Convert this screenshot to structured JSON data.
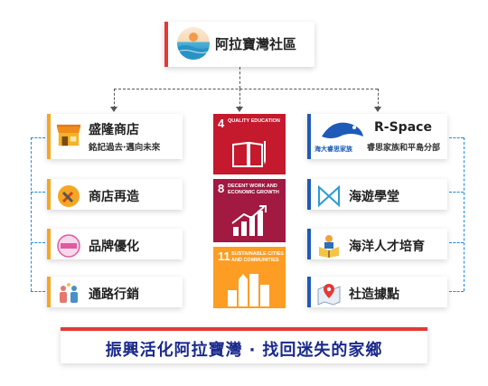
{
  "header": {
    "title": "阿拉寶灣社區",
    "logo_icon": "beach-logo-icon"
  },
  "left_cards": [
    {
      "title": "盛隆商店",
      "subtitle": "銘記過去‧邁向未來",
      "icon": "storefront-icon"
    },
    {
      "title": "商店再造",
      "icon": "tools-icon"
    },
    {
      "title": "品牌優化",
      "icon": "brand-badge-icon"
    },
    {
      "title": "通路行銷",
      "icon": "people-marketing-icon"
    }
  ],
  "right_cards": [
    {
      "title": "R-Space",
      "subtitle": "睿思家族和平島分部",
      "icon": "r-space-logo-icon",
      "logo_text": "海大睿思家族"
    },
    {
      "title": "海遊學堂",
      "icon": "bowtie-logo-icon"
    },
    {
      "title": "海洋人才培育",
      "icon": "reading-person-icon"
    },
    {
      "title": "社造據點",
      "icon": "map-pin-icon"
    }
  ],
  "sdgs": [
    {
      "number": "4",
      "text": "QUALITY EDUCATION",
      "color": "#c5192d",
      "icon": "book-pencil-icon"
    },
    {
      "number": "8",
      "text": "DECENT WORK AND ECONOMIC GROWTH",
      "color": "#a21942",
      "icon": "growth-chart-icon"
    },
    {
      "number": "11",
      "text": "SUSTAINABLE CITIES AND COMMUNITIES",
      "color": "#fd9d24",
      "icon": "city-buildings-icon"
    }
  ],
  "banner": {
    "text": "振興活化阿拉寶灣 ‧ 找回迷失的家鄉"
  },
  "colors": {
    "left_accent": "#f5a623",
    "right_accent": "#1e5bb8",
    "header_accent": "#e53935",
    "banner_text": "#1a2a8c"
  }
}
